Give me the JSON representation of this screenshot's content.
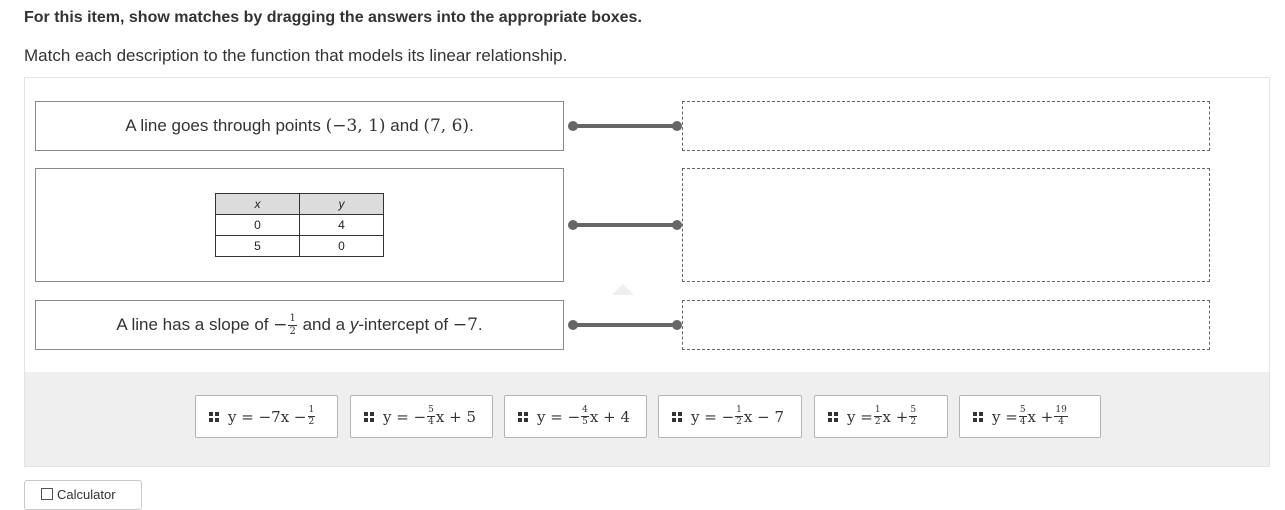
{
  "instruction": "For this item, show matches by dragging the answers into the appropriate boxes.",
  "prompt": "Match each description to the function that models its linear relationship.",
  "descriptions": {
    "one": {
      "prefix": "A line goes through points ",
      "p1": "(−3, 1)",
      "and": " and ",
      "p2": "(7, 6)",
      "suffix": "."
    },
    "table": {
      "headers": [
        "x",
        "y"
      ],
      "rows": [
        [
          "0",
          "4"
        ],
        [
          "5",
          "0"
        ]
      ]
    },
    "three": {
      "prefix": "A line has a slope of ",
      "slope_sign": "−",
      "slope_num": "1",
      "slope_den": "2",
      "mid": " and a ",
      "y_var": "y",
      "mid2": "-intercept of ",
      "intercept": "−7",
      "suffix": "."
    }
  },
  "answers": [
    {
      "lhs": "y = −7x − ",
      "num": "1",
      "den": "2",
      "rhs": ""
    },
    {
      "lhs": "y = −",
      "num": "5",
      "den": "4",
      "rhs": "x + 5"
    },
    {
      "lhs": "y = −",
      "num": "4",
      "den": "5",
      "rhs": "x + 4"
    },
    {
      "lhs": "y = −",
      "num": "1",
      "den": "2",
      "rhs": "x − 7"
    },
    {
      "lhs": "y = ",
      "num": "1",
      "den": "2",
      "rhs": "x + ",
      "num2": "5",
      "den2": "2"
    },
    {
      "lhs": "y = ",
      "num": "5",
      "den": "4",
      "rhs": "x + ",
      "num2": "19",
      "den2": "4"
    }
  ],
  "calculator_label": "Calculator",
  "icons": {
    "grip": "drag-handle-icon",
    "calculator": "calculator-icon"
  }
}
